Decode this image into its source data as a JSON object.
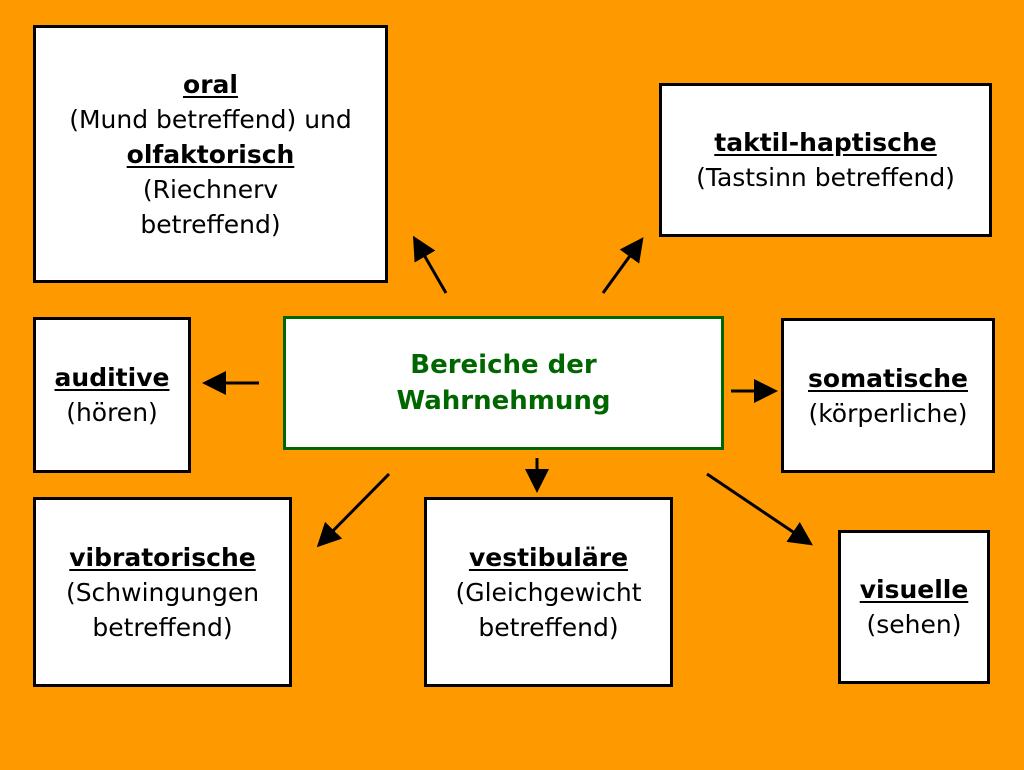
{
  "center": {
    "line1": "Bereiche der",
    "line2": "Wahrnehmung",
    "color": "#006600"
  },
  "boxes": {
    "oral": {
      "heading1": "oral",
      "text1": "(Mund betreffend) und",
      "heading2": "olfaktorisch",
      "text2": "(Riechnerv",
      "text3": "betreffend)"
    },
    "taktil": {
      "heading": "taktil-haptische",
      "text": "(Tastsinn betreffend)"
    },
    "auditive": {
      "heading": "auditive",
      "text": "(hören)"
    },
    "somatische": {
      "heading": "somatische",
      "text": "(körperliche)"
    },
    "vibratorische": {
      "heading": "vibratorische",
      "text1": "(Schwingungen",
      "text2": "betreffend)"
    },
    "vestibulaere": {
      "heading": "vestibuläre",
      "text1": "(Gleichgewicht",
      "text2": "betreffend)"
    },
    "visuelle": {
      "heading": "visuelle",
      "text": "(sehen)"
    }
  },
  "colors": {
    "background": "#FF9900",
    "box_fill": "#FFFFFF",
    "box_border": "#000000"
  }
}
